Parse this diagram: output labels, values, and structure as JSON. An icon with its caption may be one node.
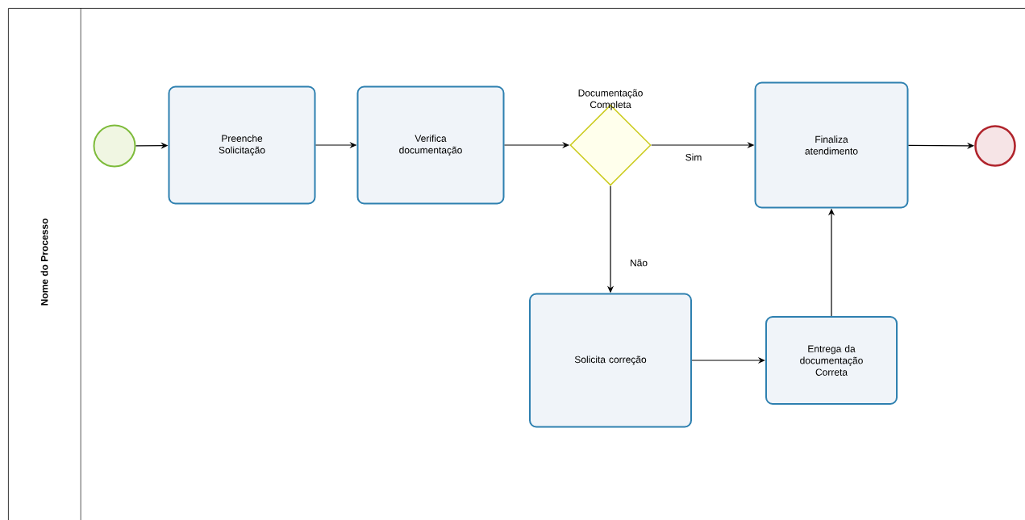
{
  "diagram": {
    "nodes": [
      {
        "text": [
          "Nome do Processo"
        ]
      },
      {
        "text": [],
        "shape": "circle",
        "in": 0
      },
      {
        "text": [
          "Preenche Solicitação"
        ],
        "in": 0
      },
      {
        "text": [
          "Verifica documentação"
        ],
        "in": 0
      },
      {
        "text": [
          "Documentação Completa"
        ],
        "in": 0
      },
      {
        "text": [
          "Finaliza atendimento"
        ],
        "in": 0
      },
      {
        "text": [],
        "shape": "circle",
        "in": 0
      },
      {
        "text": [
          "Solicita correção"
        ],
        "in": 0
      },
      {
        "text": [
          "Entrega da documentação Correta"
        ],
        "in": 0
      }
    ],
    "edges": [
      {
        "from": 1,
        "to": 2,
        "arrow": "to"
      },
      {
        "from": 2,
        "to": 3,
        "arrow": "to"
      },
      {
        "from": 3,
        "to": 4,
        "arrow": "to"
      },
      {
        "from": 4,
        "to": 5,
        "arrow": "to",
        "label": "Sim"
      },
      {
        "from": 5,
        "to": 6,
        "arrow": "to"
      },
      {
        "from": 4,
        "to": 7,
        "arrow": "to",
        "label": "Não"
      },
      {
        "from": 7,
        "to": 8,
        "arrow": "to"
      },
      {
        "from": 8,
        "to": 5,
        "arrow": "to"
      }
    ]
  }
}
